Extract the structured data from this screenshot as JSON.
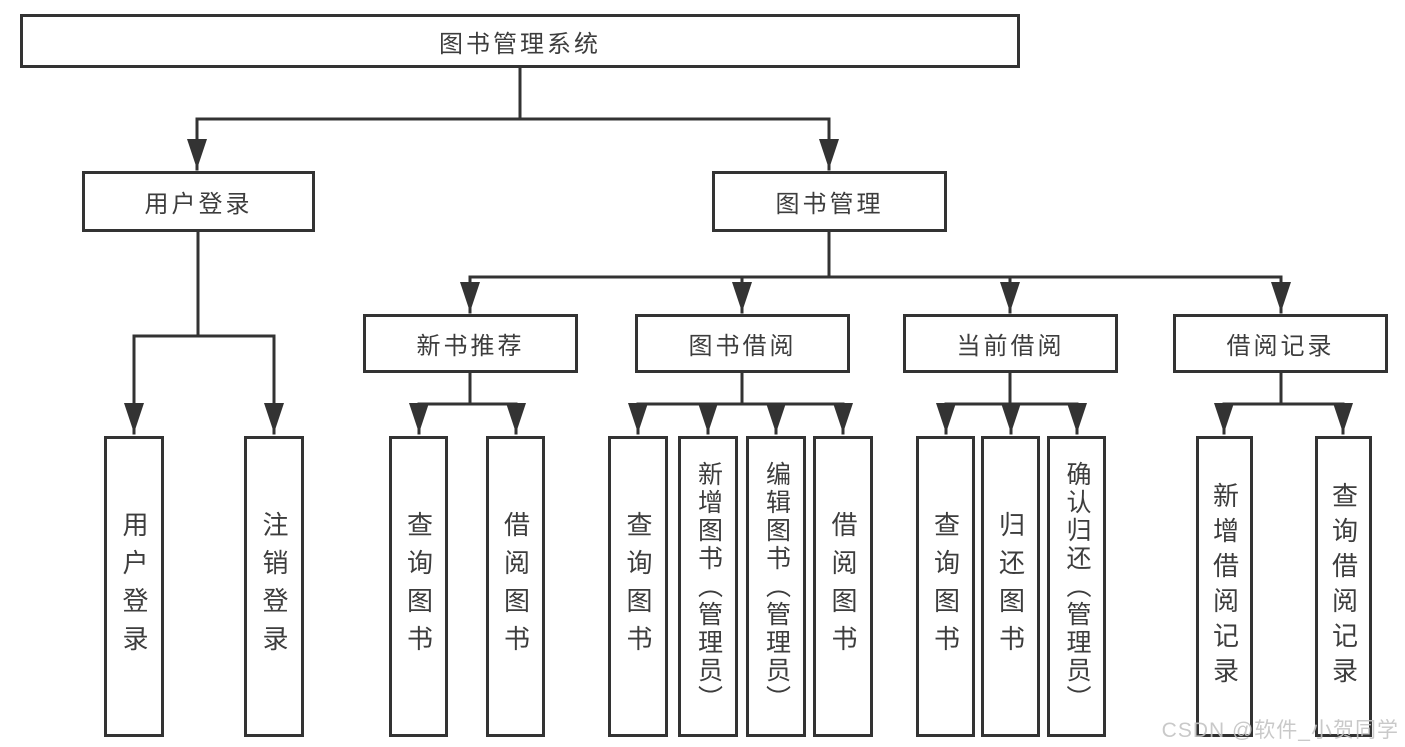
{
  "colors": {
    "line": "#333333",
    "text": "#3d3d3d",
    "box-fill": "#ffffff",
    "watermark": "#c4c4c4"
  },
  "tree": {
    "root": {
      "label": "图书管理系统"
    },
    "level2": [
      {
        "label": "用户登录"
      },
      {
        "label": "图书管理"
      }
    ],
    "level3": [
      {
        "label": "新书推荐"
      },
      {
        "label": "图书借阅"
      },
      {
        "label": "当前借阅"
      },
      {
        "label": "借阅记录"
      }
    ],
    "leaves": {
      "user_login": [
        {
          "label": "用户登录"
        },
        {
          "label": "注销登录"
        }
      ],
      "new_book": [
        {
          "label": "查询图书"
        },
        {
          "label": "借阅图书"
        }
      ],
      "book_borrow": [
        {
          "label": "查询图书"
        },
        {
          "label": "新增图书（管理员）"
        },
        {
          "label": "编辑图书（管理员）"
        },
        {
          "label": "借阅图书"
        }
      ],
      "current_borrow": [
        {
          "label": "查询图书"
        },
        {
          "label": "归还图书"
        },
        {
          "label": "确认归还（管理员）"
        }
      ],
      "borrow_records": [
        {
          "label": "新增借阅记录"
        },
        {
          "label": "查询借阅记录"
        }
      ]
    }
  },
  "watermark": {
    "text": "CSDN @软件_小贺同学"
  }
}
